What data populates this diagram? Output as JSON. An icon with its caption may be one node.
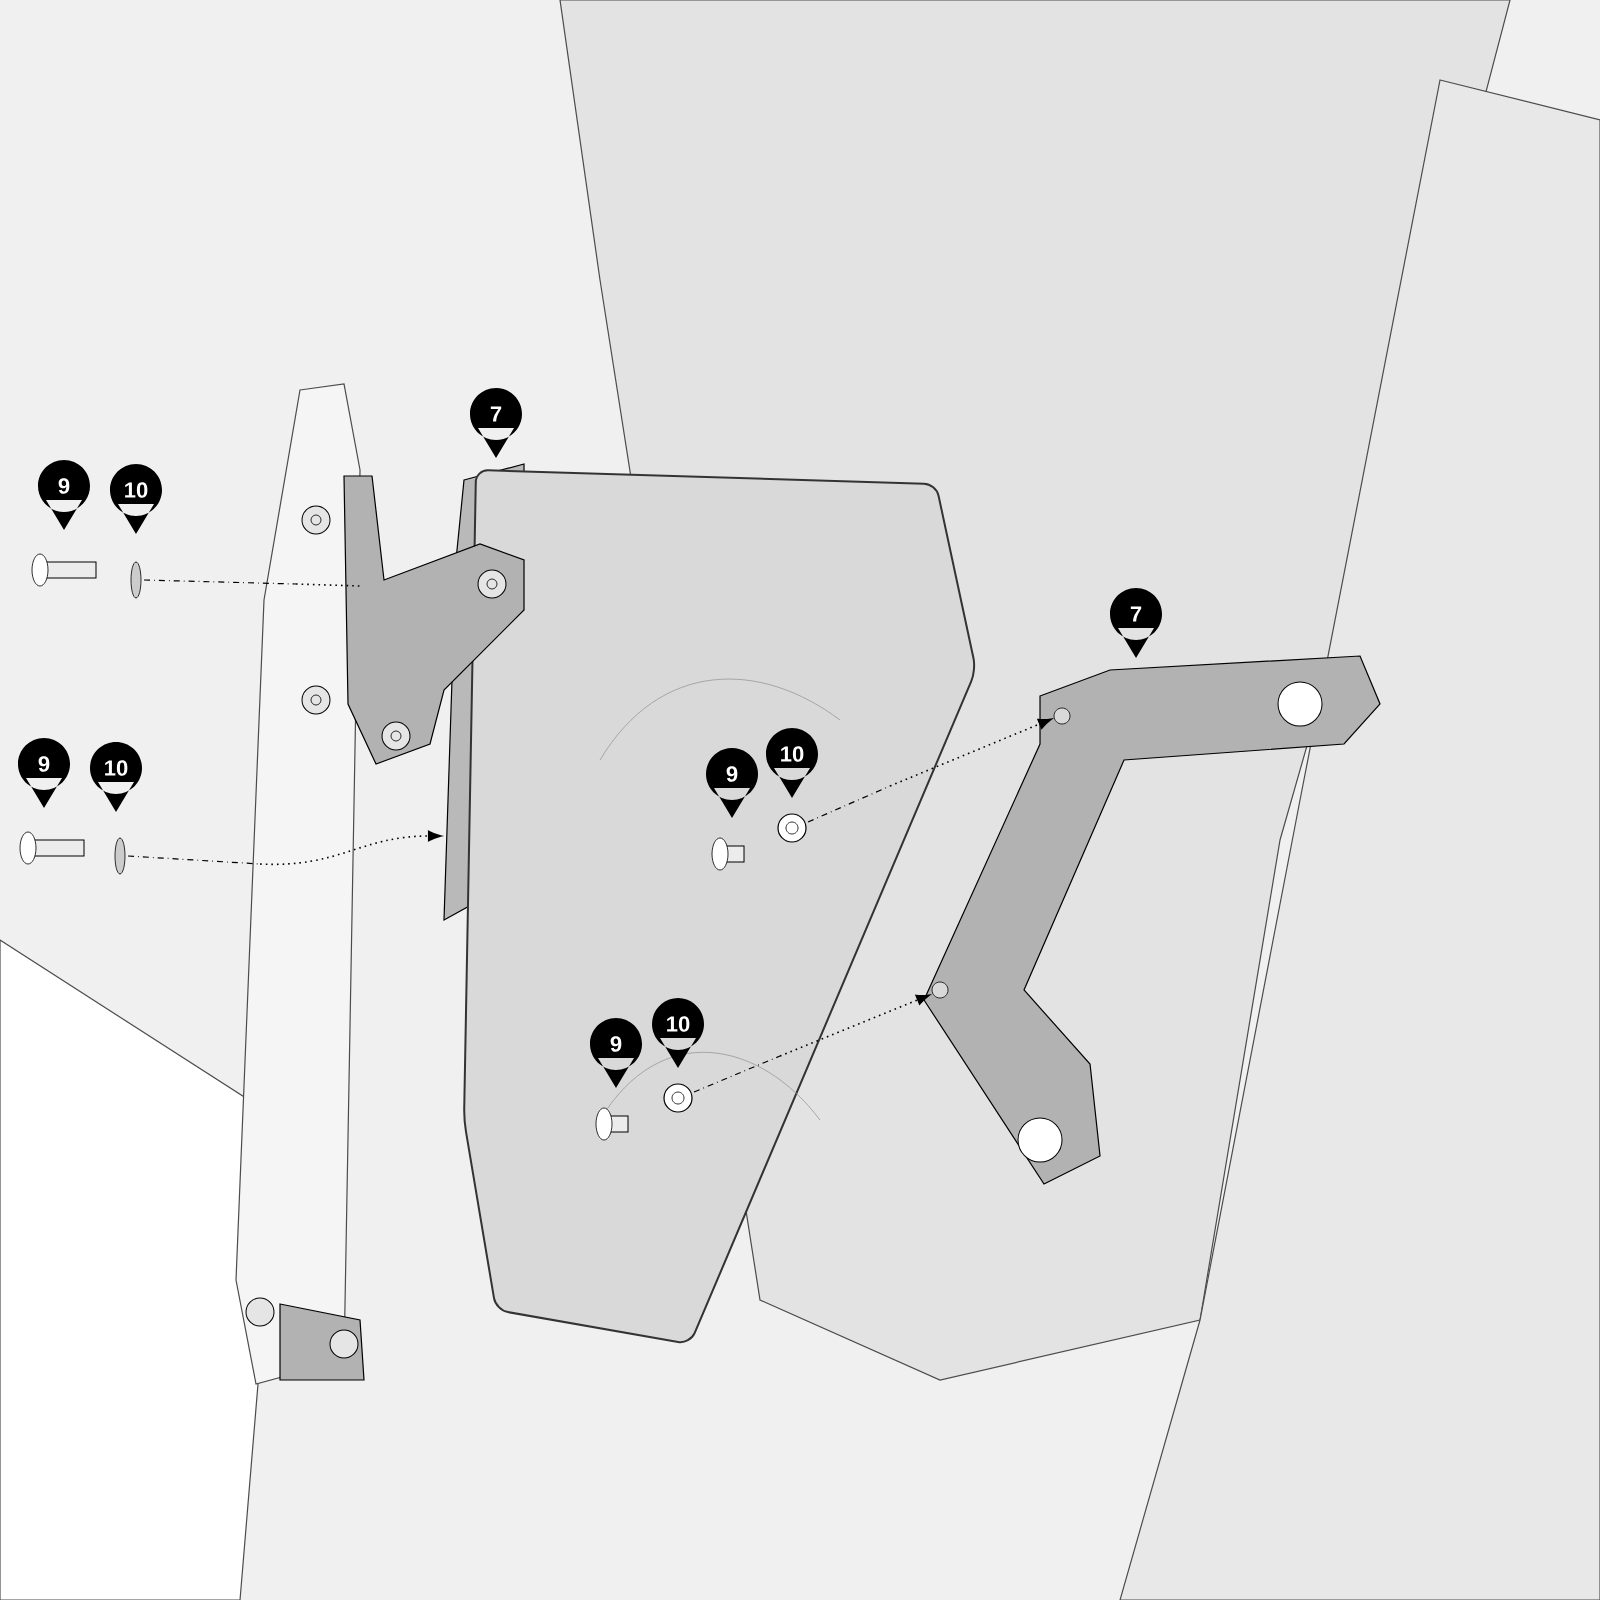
{
  "diagram": {
    "labels": [
      "7",
      "9",
      "10",
      "7",
      "9",
      "10",
      "9",
      "10",
      "9",
      "10"
    ]
  }
}
